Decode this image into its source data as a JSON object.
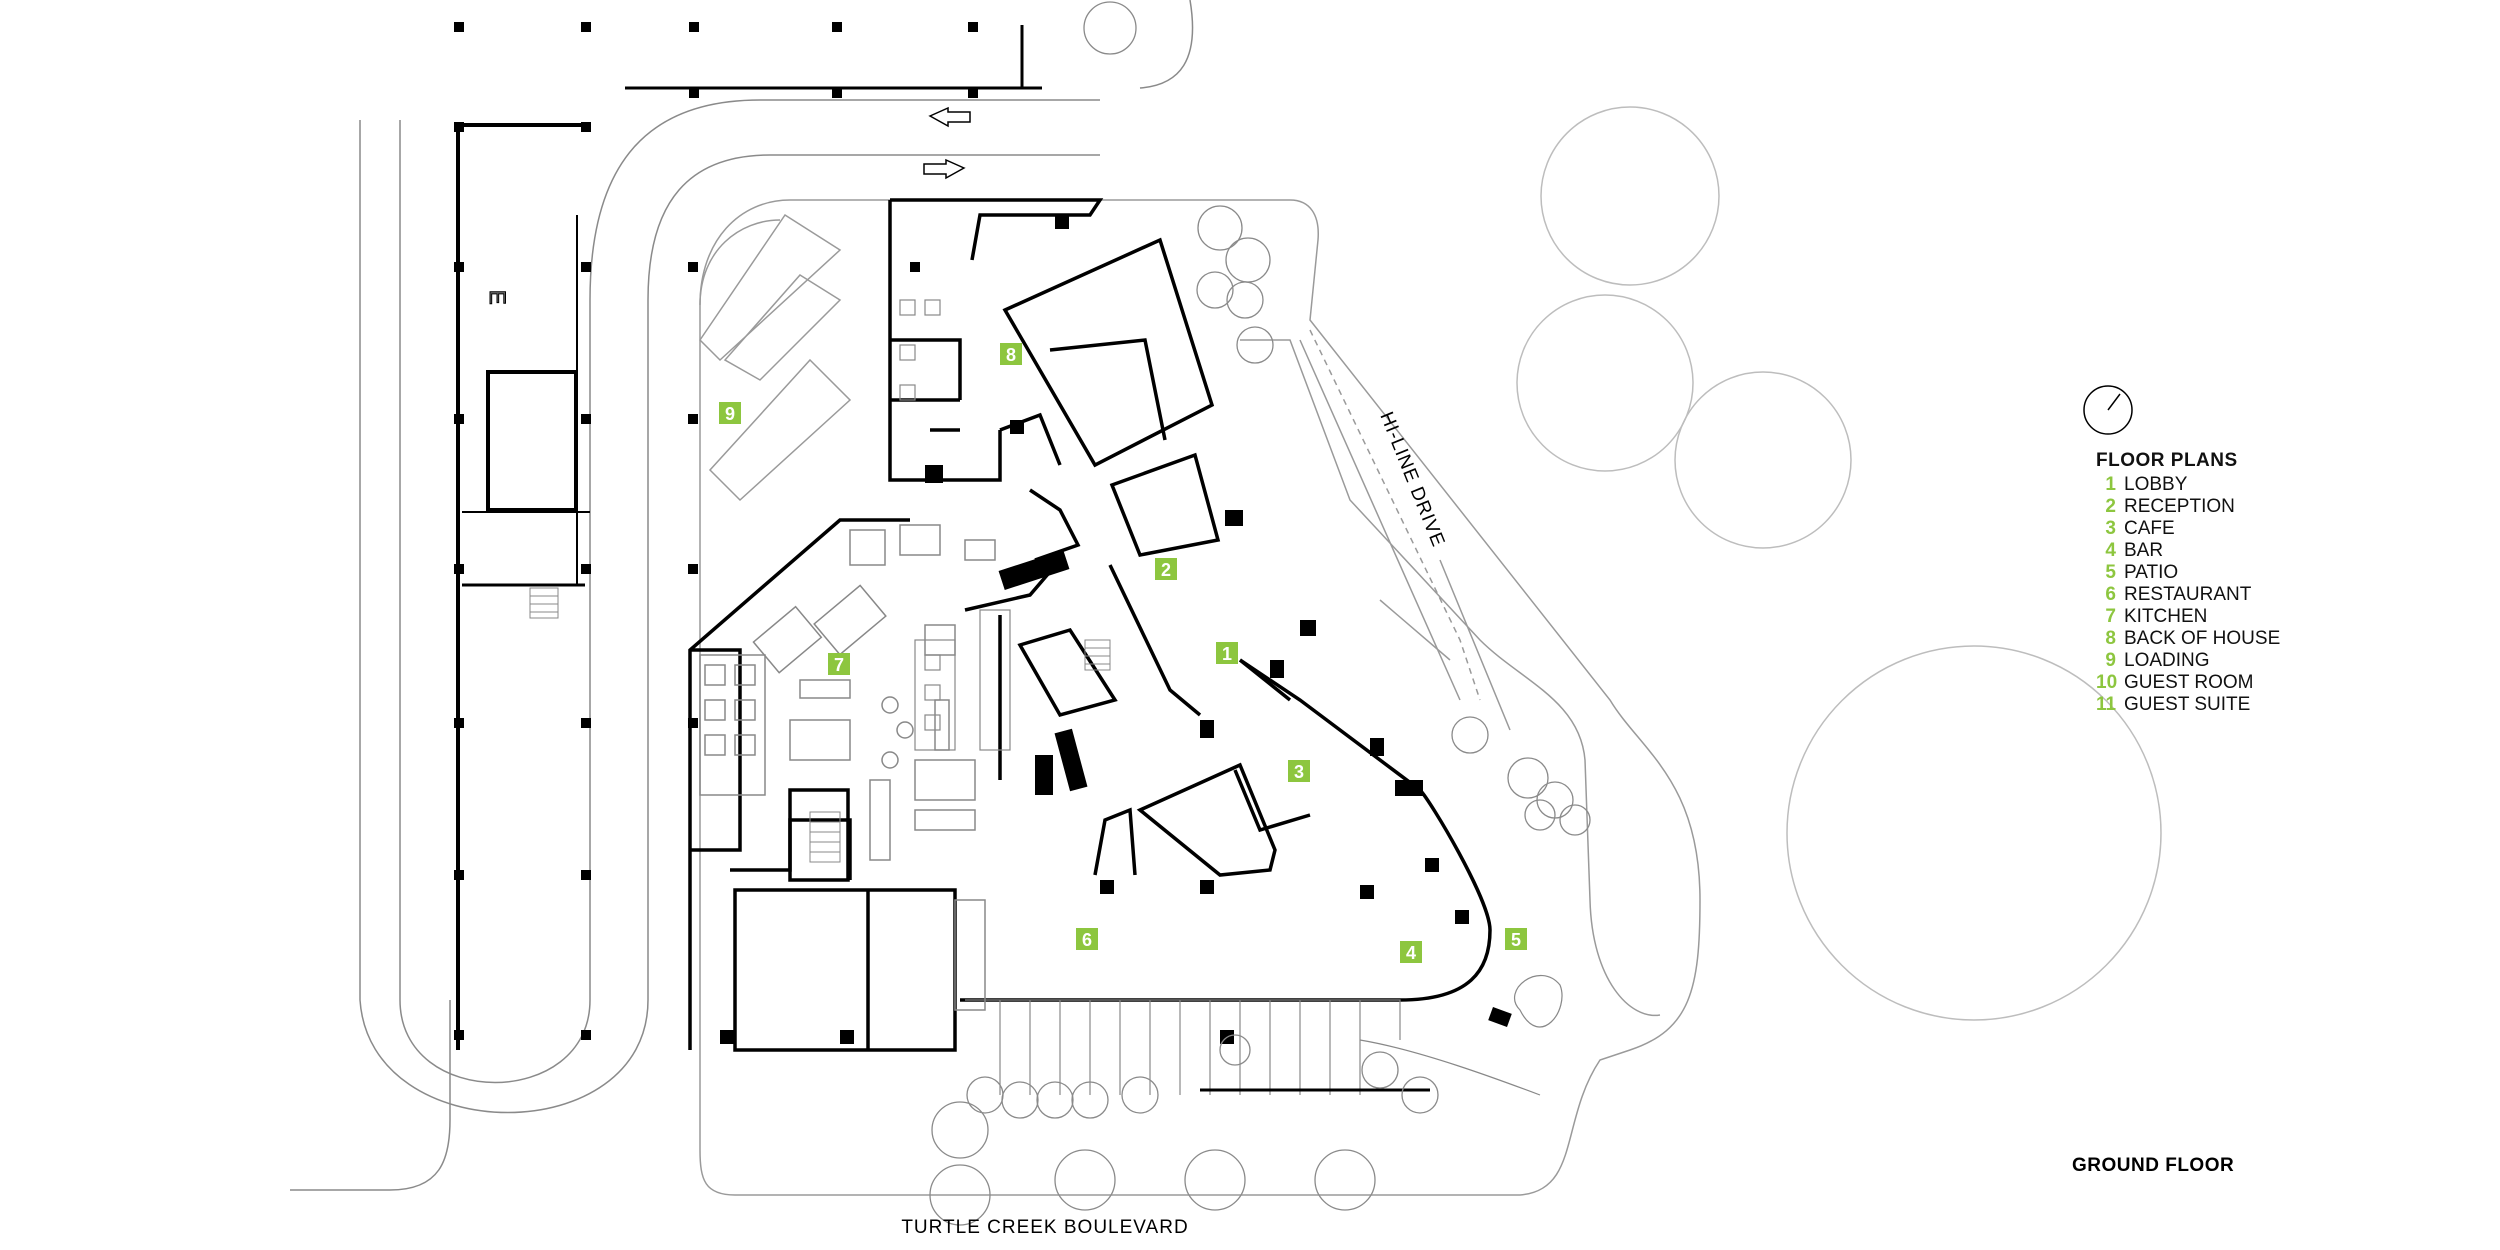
{
  "legend": {
    "title": "FLOOR PLANS",
    "items": [
      {
        "num": "1",
        "label": "LOBBY"
      },
      {
        "num": "2",
        "label": "RECEPTION"
      },
      {
        "num": "3",
        "label": "CAFE"
      },
      {
        "num": "4",
        "label": "BAR"
      },
      {
        "num": "5",
        "label": "PATIO"
      },
      {
        "num": "6",
        "label": "RESTAURANT"
      },
      {
        "num": "7",
        "label": "KITCHEN"
      },
      {
        "num": "8",
        "label": "BACK OF HOUSE"
      },
      {
        "num": "9",
        "label": "LOADING"
      },
      {
        "num": "10",
        "label": "GUEST ROOM"
      },
      {
        "num": "11",
        "label": "GUEST SUITE"
      }
    ]
  },
  "floor_label": "GROUND FLOOR",
  "streets": {
    "south": "TURTLE CREEK BOULEVARD",
    "east": "HI-LINE DRIVE"
  },
  "room_tags": [
    "1",
    "2",
    "3",
    "4",
    "5",
    "6",
    "7",
    "8",
    "9"
  ],
  "colors": {
    "accent": "#8dc63f",
    "line": "#000000",
    "light_line": "#9a9a9a"
  },
  "icons": {
    "north_arrow": "north-arrow-icon"
  }
}
